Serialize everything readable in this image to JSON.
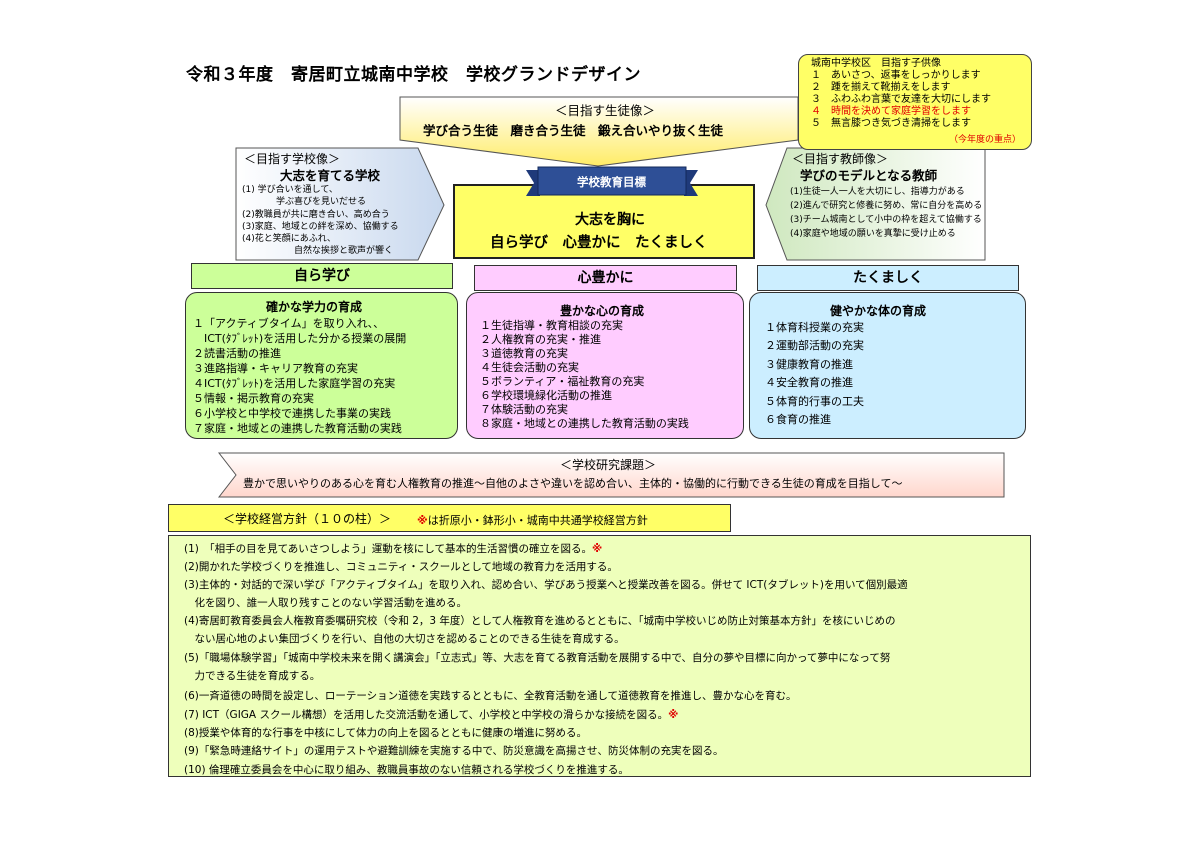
{
  "title": "令和３年度　寄居町立城南中学校　学校グランドデザイン",
  "goals": {
    "heading": "城南中学校区　目指す子供像",
    "items": [
      {
        "num": "１",
        "text": "あいさつ、返事をしっかりします"
      },
      {
        "num": "２",
        "text": "踵を揃えて靴揃えをします"
      },
      {
        "num": "３",
        "text": "ふわふわ言葉で友達を大切にします"
      },
      {
        "num": "４",
        "text": "時間を決めて家庭学習をします"
      },
      {
        "num": "５",
        "text": "無言膝つき気づき清掃をします"
      }
    ],
    "note": "（今年度の重点）",
    "highlight_color": "#e00000"
  },
  "student_goal": {
    "heading": "＜目指す生徒像＞",
    "text": "学び合う生徒　磨き合う生徒　鍛え合いやり抜く生徒"
  },
  "school_goal": {
    "heading": "＜目指す学校像＞",
    "title": "大志を育てる学校",
    "items": [
      "(1) 学び合いを通して、",
      "学ぶ喜びを見いだせる",
      "(2)教職員が共に磨き合い、高め合う",
      "(3)家庭、地域との絆を深め、協働する",
      "(4)花と笑顔にあふれ、",
      "自然な挨拶と歌声が響く"
    ]
  },
  "teacher_goal": {
    "heading": "＜目指す教師像＞",
    "title": "学びのモデルとなる教師",
    "items": [
      "(1)生徒一人一人を大切にし、指導力がある",
      "(2)進んで研究と修養に努め、常に自分を高める",
      "(3)チーム城南として小中の枠を超えて協働する",
      "(4)家庭や地域の願いを真摯に受け止める"
    ]
  },
  "center": {
    "label": "学校教育目標",
    "line1": "大志を胸に",
    "line2": "自ら学び　心豊かに　たくましく",
    "label_color": "#1f3a7a"
  },
  "columns": [
    {
      "head": "自ら学び",
      "title": "確かな学力の育成",
      "items": [
        "１「アクティブタイム」を取り入れ、、",
        "　ICT(ﾀﾌﾞﾚｯﾄ)を活用した分かる授業の展開",
        "２読書活動の推進",
        "３進路指導・キャリア教育の充実",
        "４ICT(ﾀﾌﾞﾚｯﾄ)を活用した家庭学習の充実",
        "５情報・掲示教育の充実",
        "６小学校と中学校で連携した事業の実践",
        "７家庭・地域との連携した教育活動の実践"
      ]
    },
    {
      "head": "心豊かに",
      "title": "豊かな心の育成",
      "items": [
        "１生徒指導・教育相談の充実",
        "２人権教育の充実・推進",
        "３道徳教育の充実",
        "４生徒会活動の充実",
        "５ボランティア・福祉教育の充実",
        "６学校環境緑化活動の推進",
        "７体験活動の充実",
        "８家庭・地域との連携した教育活動の実践"
      ]
    },
    {
      "head": "たくましく",
      "title": "健やかな体の育成",
      "items": [
        "１体育科授業の充実",
        "２運動部活動の充実",
        "３健康教育の推進",
        "４安全教育の推進",
        "５体育的行事の工夫",
        "６食育の推進"
      ]
    }
  ],
  "research": {
    "heading": "＜学校研究課題＞",
    "text": "豊かで思いやりのある心を育む人権教育の推進～自他のよさや違いを認め合い、主体的・協働的に行動できる生徒の育成を目指して～"
  },
  "policy": {
    "heading": "＜学校経営方針（１０の柱）＞",
    "note_mark": "※",
    "note": "は折原小・鉢形小・城南中共通学校経営方針",
    "lines": [
      {
        "text": "(1)　「相手の目を見てあいさつしよう」運動を核にして基本的生活習慣の確立を図る。",
        "mark": "※"
      },
      {
        "text": "(2)開かれた学校づくりを推進し、コミュニティ・スクールとして地域の教育力を活用する。",
        "mark": ""
      },
      {
        "text": "(3)主体的・対話的で深い学び「アクティブタイム」を取り入れ、認め合い、学びあう授業へと授業改善を図る。併せて ICT(タブレット)を用いて個別最適",
        "mark": ""
      },
      {
        "text": "　化を図り、誰一人取り残すことのない学習活動を進める。",
        "mark": ""
      },
      {
        "text": "(4)寄居町教育委員会人権教育委嘱研究校（令和 2，3 年度）として人権教育を進めるとともに、「城南中学校いじめ防止対策基本方針」を核にいじめの",
        "mark": ""
      },
      {
        "text": "　ない居心地のよい集団づくりを行い、自他の大切さを認めることのできる生徒を育成する。",
        "mark": ""
      },
      {
        "text": "(5)「職場体験学習」「城南中学校未来を開く講演会」「立志式」等、大志を育てる教育活動を展開する中で、自分の夢や目標に向かって夢中になって努",
        "mark": ""
      },
      {
        "text": "　力できる生徒を育成する。",
        "mark": ""
      },
      {
        "text": "(6)一斉道徳の時間を設定し、ローテーション道徳を実践するとともに、全教育活動を通して道徳教育を推進し、豊かな心を育む。",
        "mark": ""
      },
      {
        "text": "(7) ICT（GIGA スクール構想）を活用した交流活動を通して、小学校と中学校の滑らかな接続を図る。",
        "mark": "※"
      },
      {
        "text": "(8)授業や体育的な行事を中核にして体力の向上を図るとともに健康の増進に努める。",
        "mark": ""
      },
      {
        "text": "(9)「緊急時連絡サイト」の運用テストや避難訓練を実施する中で、防災意識を高揚させ、防災体制の充実を図る。",
        "mark": ""
      },
      {
        "text": "(10) 倫理確立委員会を中心に取り組み、教職員事故のない信頼される学校づくりを推進する。",
        "mark": ""
      }
    ]
  }
}
